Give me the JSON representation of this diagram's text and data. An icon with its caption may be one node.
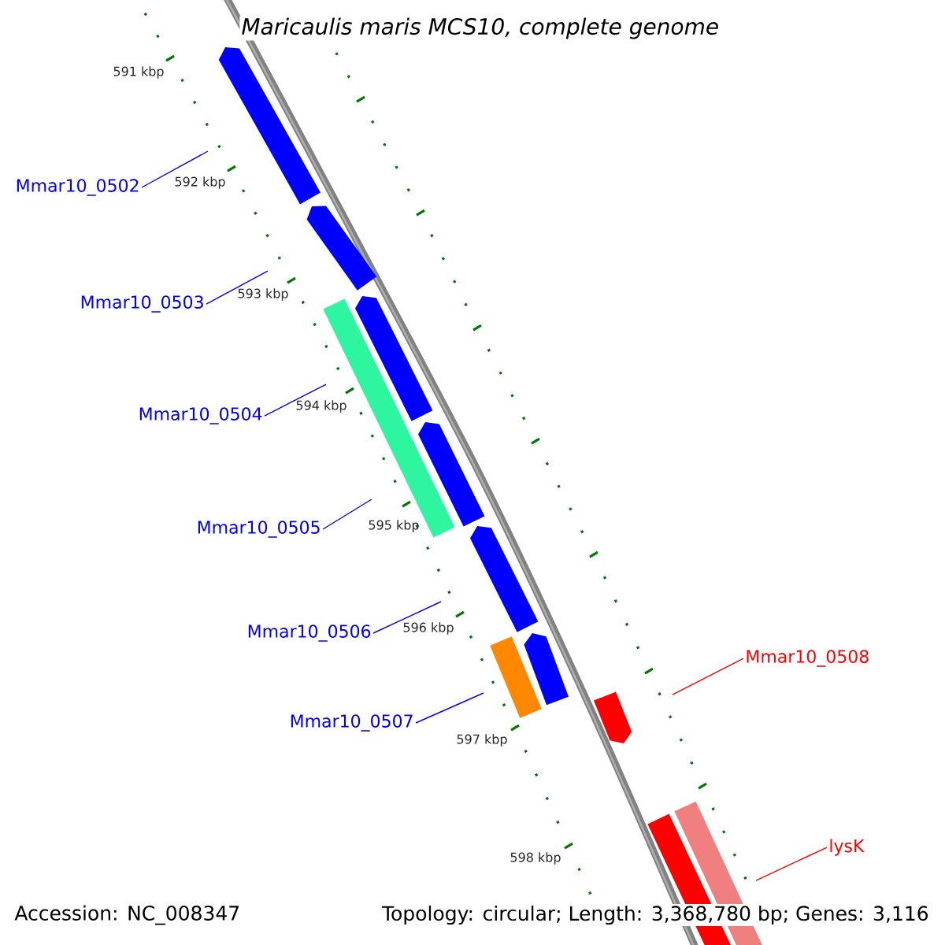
{
  "diagram": {
    "nodes": [
      {
        "text": [
          "Mmar10_0502"
        ]
      },
      {
        "text": [
          "Mmar10_0503"
        ]
      },
      {
        "text": [
          "Mmar10_0504"
        ]
      },
      {
        "text": [
          "Mmar10_0505"
        ]
      },
      {
        "text": [
          "Mmar10_0506"
        ]
      },
      {
        "text": [
          "Mmar10_0507"
        ]
      },
      {
        "text": [
          "Mmar10_0508"
        ]
      },
      {
        "text": [
          "lysK"
        ]
      }
    ],
    "edges": [
      {
        "from": 0,
        "to": null,
        "arrow": "none"
      },
      {
        "from": 1,
        "to": null,
        "arrow": "none"
      },
      {
        "from": 2,
        "to": null,
        "arrow": "none"
      },
      {
        "from": 3,
        "to": null,
        "arrow": "none"
      },
      {
        "from": 4,
        "to": null,
        "arrow": "none"
      },
      {
        "from": 5,
        "to": null,
        "arrow": "none"
      },
      {
        "from": 6,
        "to": null,
        "arrow": "none",
        "color": "#ff0000"
      },
      {
        "from": 7,
        "to": null,
        "arrow": "none",
        "color": "#ff0000"
      }
    ],
    "labels": [
      "Maricaulis maris MCS10, complete genome",
      "591 kbp",
      "592 kbp",
      "593 kbp",
      "594 kbp",
      "595 kbp",
      "596 kbp",
      "597 kbp",
      "598 kbp",
      "Accession: NC_008347",
      "Topology: circular; Length: 3,368,780 bp; Genes: 3,116"
    ]
  }
}
